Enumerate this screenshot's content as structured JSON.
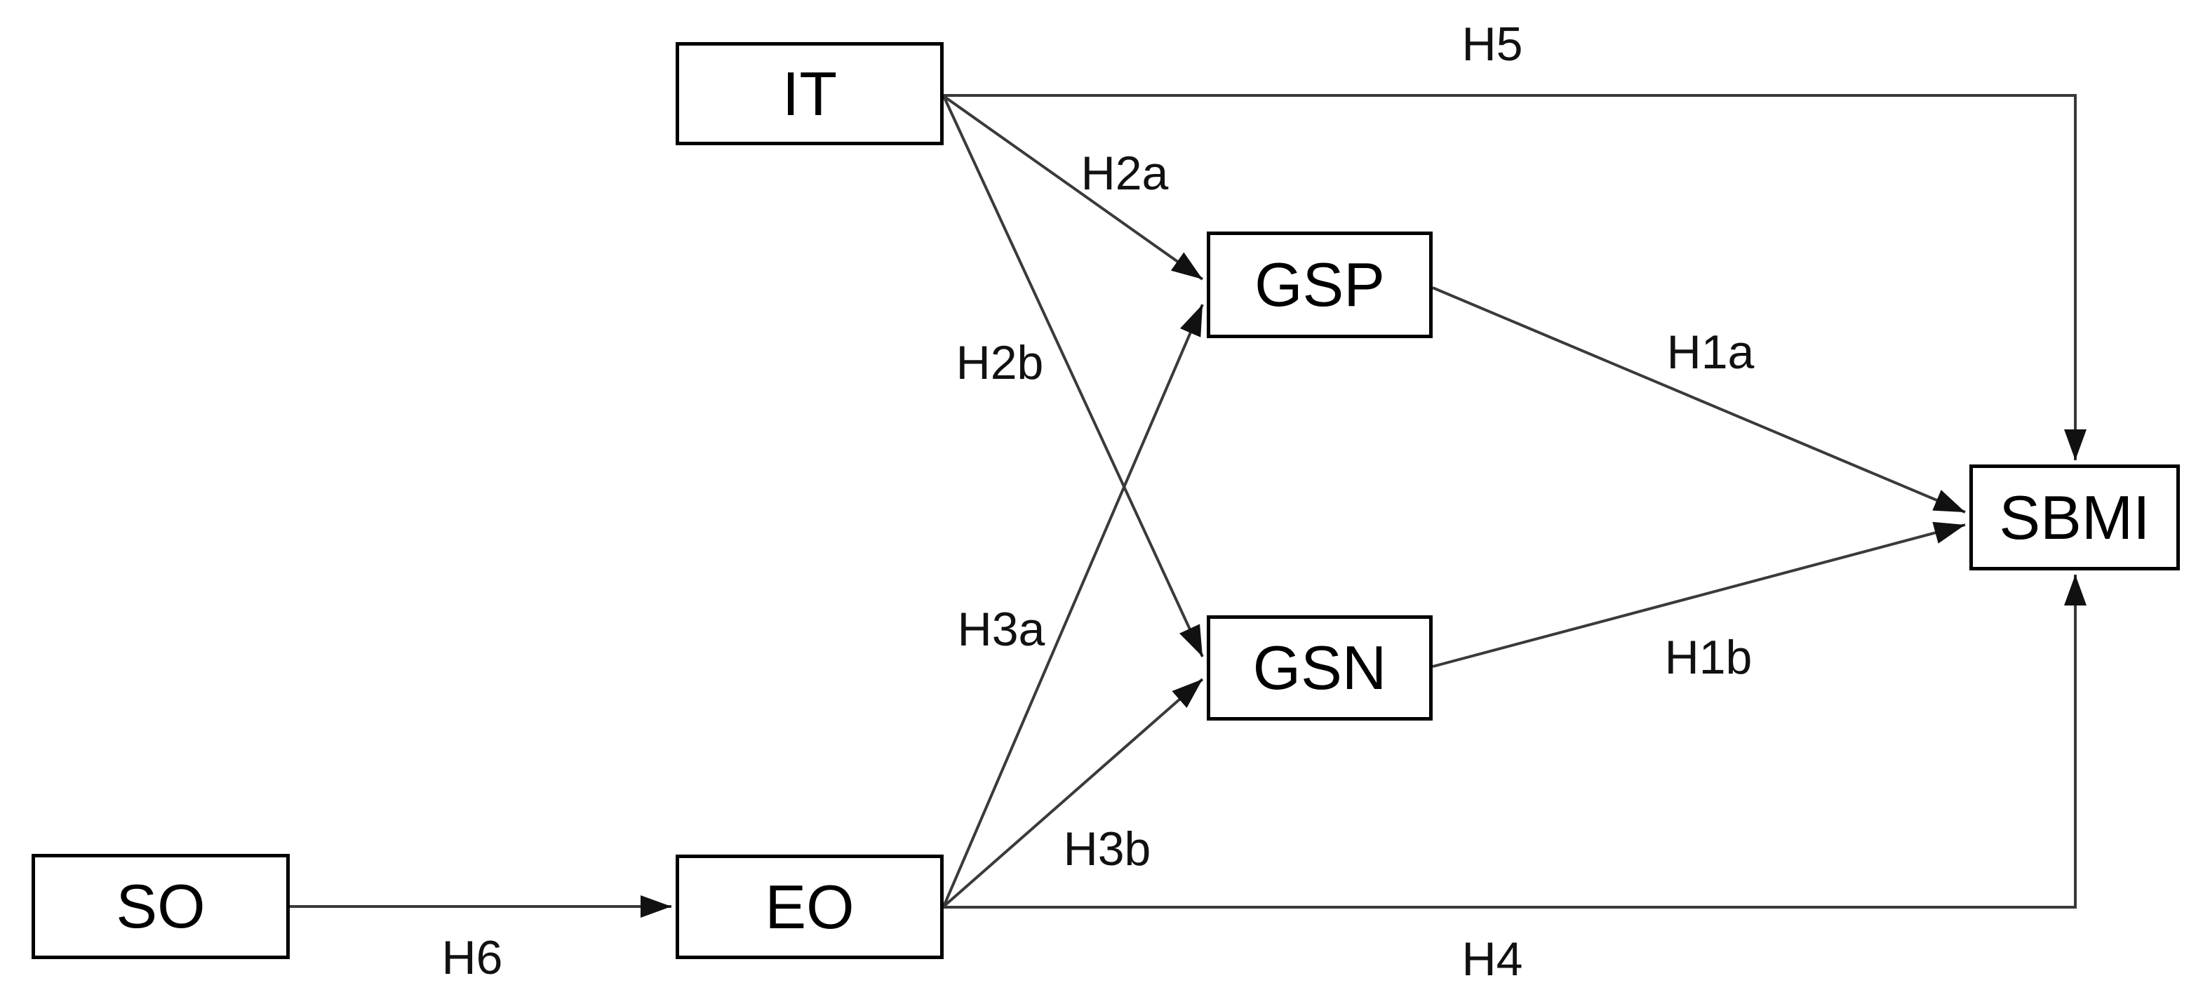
{
  "figure": {
    "type": "structural-path-diagram",
    "colors": {
      "background": "#ffffff",
      "line": "#3a3a3a",
      "box_border": "#000000",
      "box_fill": "#ffffff",
      "text": "#000000"
    },
    "nodes": {
      "it": {
        "label": "IT"
      },
      "gsp": {
        "label": "GSP"
      },
      "gsn": {
        "label": "GSN"
      },
      "sbmi": {
        "label": "SBMI"
      },
      "so": {
        "label": "SO"
      },
      "eo": {
        "label": "EO"
      }
    },
    "edges": {
      "h1a": {
        "label": "H1a",
        "from": "GSP",
        "to": "SBMI"
      },
      "h1b": {
        "label": "H1b",
        "from": "GSN",
        "to": "SBMI"
      },
      "h2a": {
        "label": "H2a",
        "from": "IT",
        "to": "GSP"
      },
      "h2b": {
        "label": "H2b",
        "from": "IT",
        "to": "GSN"
      },
      "h3a": {
        "label": "H3a",
        "from": "EO",
        "to": "GSP"
      },
      "h3b": {
        "label": "H3b",
        "from": "EO",
        "to": "GSN"
      },
      "h4": {
        "label": "H4",
        "from": "EO",
        "to": "SBMI"
      },
      "h5": {
        "label": "H5",
        "from": "IT",
        "to": "SBMI"
      },
      "h6": {
        "label": "H6",
        "from": "SO",
        "to": "EO"
      }
    }
  }
}
